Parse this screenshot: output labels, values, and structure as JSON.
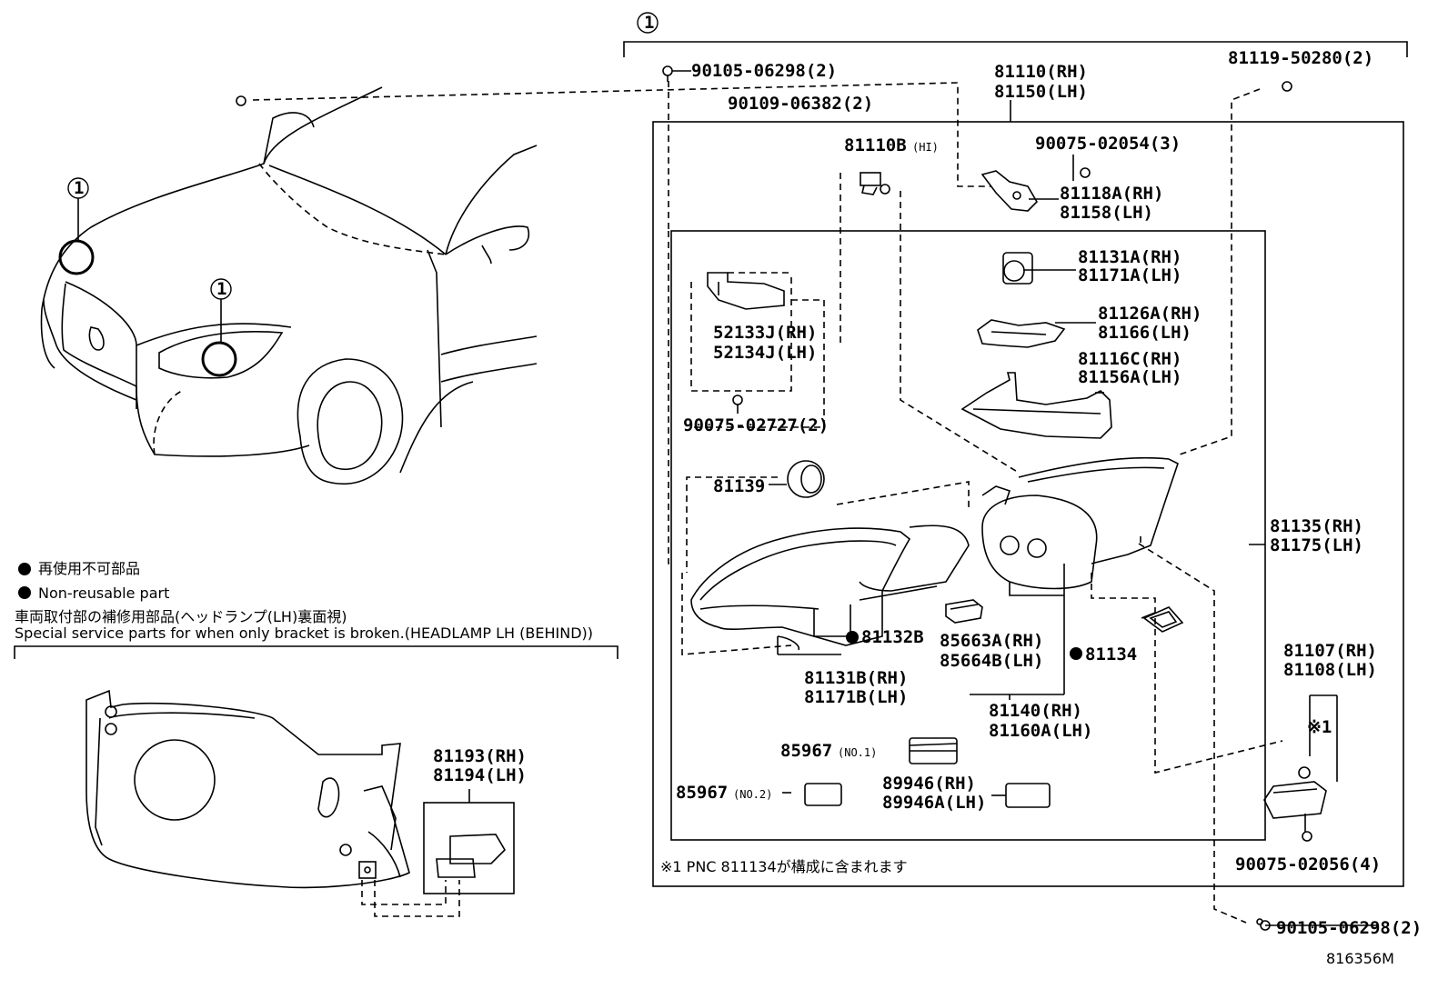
{
  "callout_number": "1",
  "labels": {
    "bolt_90105_top": "90105-06298(2)",
    "bolt_90109": "90109-06382(2)",
    "assy_81110": "81110(RH)",
    "assy_81150": "81150(LH)",
    "screw_81119": "81119-50280(2)",
    "bulb_81110b": "81110B",
    "bulb_81110b_hi": "(HI)",
    "screw_90075_02054": "90075-02054(3)",
    "bracket_81118a": "81118A(RH)",
    "bracket_81158": "81158(LH)",
    "lens_81131a": "81131A(RH)",
    "lens_81171a": "81171A(LH)",
    "unit_81126a": "81126A(RH)",
    "unit_81166": "81166(LH)",
    "ext_81116c": "81116C(RH)",
    "ext_81156a": "81156A(LH)",
    "bracket_52133j": "52133J(RH)",
    "bracket_52134j": "52134J(LH)",
    "screw_90075_02727": "90075-02727(2)",
    "cap_81139": "81139",
    "gasket_81132b": "81132B",
    "housing_81131b": "81131B(RH)",
    "housing_81171b": "81171B(LH)",
    "comp_85663a": "85663A(RH)",
    "comp_85664b": "85664B(LH)",
    "seal_81134": "81134",
    "sub_81140": "81140(RH)",
    "sub_81160a": "81160A(LH)",
    "cover_81135": "81135(RH)",
    "cover_81175": "81175(LH)",
    "ballast_81107": "81107(RH)",
    "ballast_81108": "81108(LH)",
    "ref_note": "※1",
    "ecu_85967_no1": "85967",
    "ecu_85967_no1_sub": "(NO.1)",
    "ecu_85967_no2": "85967",
    "ecu_85967_no2_sub": "(NO.2)",
    "comp_89946": "89946(RH)",
    "comp_89946a": "89946A(LH)",
    "screw_90075_02056": "90075-02056(4)",
    "bolt_90105_bottom": "90105-06298(2)",
    "bracket_81193": "81193(RH)",
    "bracket_81194": "81194(LH)"
  },
  "legend": {
    "non_reusable_jp": "再使用不可部品",
    "non_reusable_en": "Non-reusable part",
    "special_jp": "車両取付部の補修用部品(ヘッドランプ(LH)裏面視)",
    "special_en": "Special service parts for when only bracket is broken.(HEADLAMP LH (BEHIND))"
  },
  "footnote": "※1 PNC 811134が構成に含まれます",
  "diagram_id": "816356M"
}
